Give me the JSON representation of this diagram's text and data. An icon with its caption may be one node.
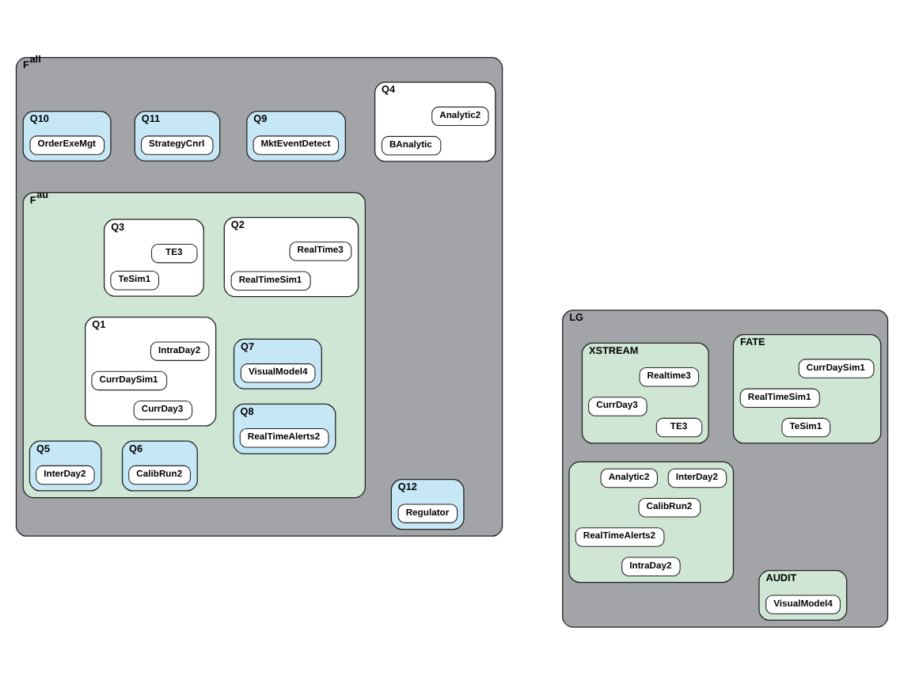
{
  "diagram": {
    "nodes": [
      {
        "text": [
          "F$^{all}$"
        ]
      },
      {
        "text": [
          "F$^{au}$"
        ],
        "in": 0
      },
      {
        "text": [
          "Q1"
        ],
        "in": 1
      },
      {
        "text": [
          "IntraDay2"
        ],
        "in": 2
      },
      {
        "text": [
          "CurrDay3"
        ],
        "in": 2
      },
      {
        "text": [
          "CurrDaySim1"
        ],
        "in": 2
      },
      {
        "text": [
          "Q2"
        ],
        "in": 1
      },
      {
        "text": [
          "RealTimeSim1"
        ],
        "in": 6
      },
      {
        "text": [
          "RealTime3"
        ],
        "in": 6
      },
      {
        "text": [
          "Q5"
        ],
        "in": 1
      },
      {
        "text": [
          "InterDay2"
        ],
        "in": 9
      },
      {
        "text": [
          "Q3"
        ],
        "in": 1
      },
      {
        "text": [
          "TeSim1"
        ],
        "in": 11
      },
      {
        "text": [
          "TE3"
        ],
        "in": 11
      },
      {
        "text": [
          "Q6"
        ],
        "in": 1
      },
      {
        "text": [
          "CalibRun2"
        ],
        "in": 14
      },
      {
        "text": [
          "Q7"
        ],
        "in": 1
      },
      {
        "text": [
          "VisualModel4"
        ],
        "in": 16
      },
      {
        "text": [
          "Q8"
        ],
        "in": 1
      },
      {
        "text": [
          "RealTimeAlerts2"
        ],
        "in": 18
      },
      {
        "text": [
          "Q4"
        ],
        "in": 0
      },
      {
        "text": [
          "Analytic2"
        ],
        "in": 20
      },
      {
        "text": [
          "BAnalytic"
        ],
        "in": 20
      },
      {
        "text": [
          "Q12"
        ],
        "in": 0
      },
      {
        "text": [
          "Regulator"
        ],
        "in": 23
      },
      {
        "text": [
          "Q11"
        ],
        "in": 0
      },
      {
        "text": [
          "StrategyCnrl"
        ],
        "in": 25
      },
      {
        "text": [
          "Q9"
        ],
        "in": 0
      },
      {
        "text": [
          "MktEventDetect"
        ],
        "in": 27
      },
      {
        "text": [
          "Q10"
        ],
        "in": 0
      },
      {
        "text": [
          "OrderExeMgt"
        ],
        "in": 29
      },
      {
        "text": [
          "LG"
        ]
      },
      {
        "text": [
          "FATE"
        ],
        "in": 31
      },
      {
        "text": [
          "TeSim1"
        ],
        "in": 32
      },
      {
        "text": [
          "CurrDaySim1"
        ],
        "in": 32
      },
      {
        "text": [
          "RealTimeSim1"
        ],
        "in": 32
      },
      {
        "text": [],
        "shape": "box",
        "in": 31
      },
      {
        "text": [
          "CalibRun2"
        ],
        "in": 36
      },
      {
        "text": [
          "RealTimeAlerts2"
        ],
        "in": 36
      },
      {
        "text": [
          "IntraDay2"
        ],
        "in": 36
      },
      {
        "text": [
          "InterDay2"
        ],
        "in": 36
      },
      {
        "text": [
          "Analytic2"
        ],
        "in": 36
      },
      {
        "text": [
          "XSTREAM"
        ],
        "in": 31
      },
      {
        "text": [
          "CurrDay3"
        ],
        "in": 42
      },
      {
        "text": [
          "Realtime3"
        ],
        "in": 42
      },
      {
        "text": [
          "TE3"
        ],
        "in": 42
      },
      {
        "text": [
          "AUDIT"
        ],
        "in": 31
      },
      {
        "text": [
          "VisualModel4"
        ],
        "in": 46
      }
    ],
    "edges": []
  }
}
